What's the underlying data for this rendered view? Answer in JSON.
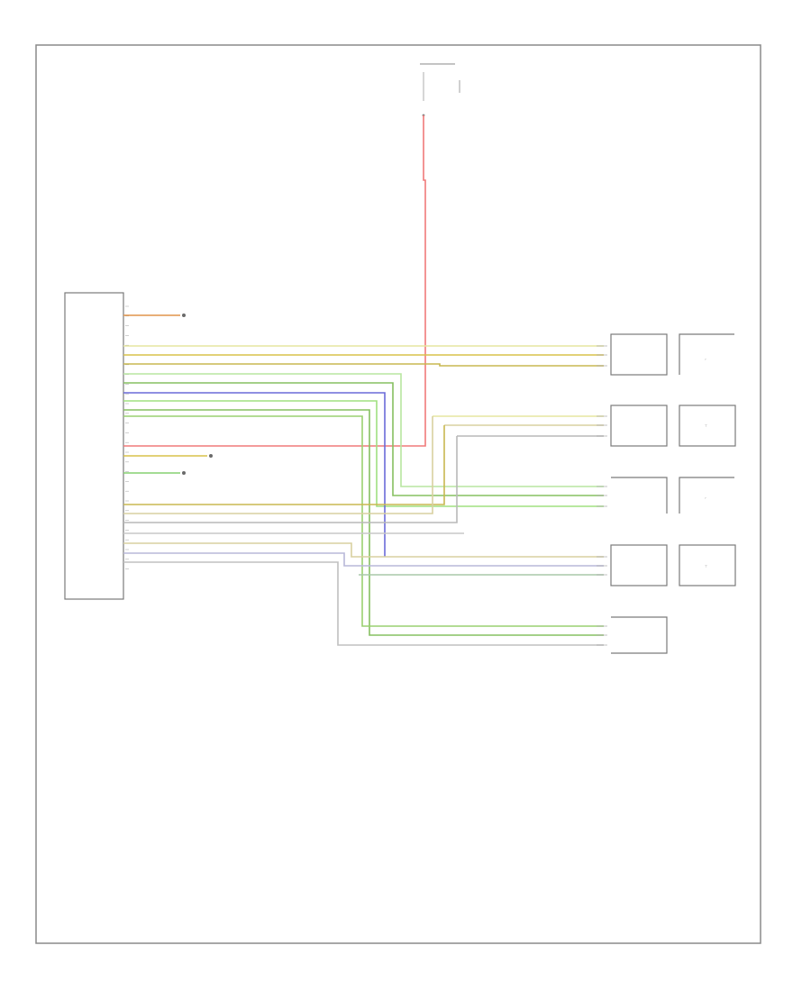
{
  "diagram": {
    "figure_id": "",
    "top_source": {
      "title": "",
      "sub_label": "",
      "fuse_label": "",
      "wire_label": ""
    },
    "module": {
      "name": "",
      "pin_count": 28,
      "footer": ""
    },
    "side_outputs": [
      {
        "wire": "",
        "target": ""
      },
      {
        "wire": "",
        "target": ""
      },
      {
        "wire": "",
        "target": ""
      }
    ],
    "speakers": [
      {
        "name": "",
        "row": 1
      },
      {
        "name": "",
        "row": 1
      },
      {
        "name": "",
        "row": 2
      },
      {
        "name": "",
        "row": 2
      },
      {
        "name": "",
        "row": 3
      },
      {
        "name": "",
        "row": 3
      },
      {
        "name": "",
        "row": 4
      },
      {
        "name": "",
        "row": 4
      },
      {
        "name": "",
        "row": 5
      }
    ],
    "wire_colors": {
      "red": "#f07a7a",
      "yellow": "#d8c24a",
      "green": "#86d070",
      "blue": "#6a6ad8",
      "brown": "#c89a5a",
      "gray": "#b8b8b8",
      "orange": "#e0944a"
    }
  }
}
